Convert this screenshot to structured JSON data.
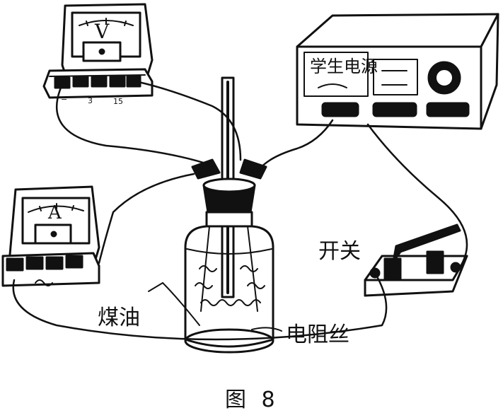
{
  "figure": {
    "caption": "图 8",
    "labels": {
      "kerosene": "煤油",
      "resistance_wire": "电阻丝",
      "switch": "开关",
      "power_supply": "学生电源"
    },
    "voltmeter": {
      "symbol": "V",
      "terminals": [
        "−",
        "3",
        "15"
      ]
    },
    "ammeter": {
      "symbol": "A"
    }
  },
  "colors": {
    "ink": "#111111",
    "background": "#ffffff"
  }
}
